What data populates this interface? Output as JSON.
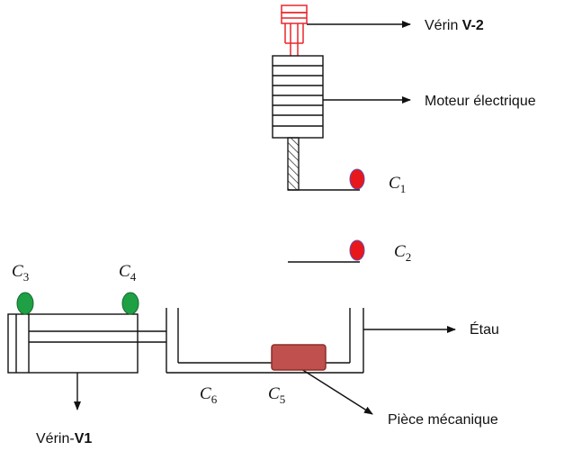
{
  "labels": {
    "verin_v2_prefix": "Vérin ",
    "verin_v2_name": "V-2",
    "moteur": "Moteur électrique",
    "etau": "Étau",
    "piece": "Pièce mécanique",
    "verin_v1_prefix": "Vérin-",
    "verin_v1_name": "V1"
  },
  "sensors": {
    "c1": {
      "letter": "C",
      "sub": "1"
    },
    "c2": {
      "letter": "C",
      "sub": "2"
    },
    "c3": {
      "letter": "C",
      "sub": "3"
    },
    "c4": {
      "letter": "C",
      "sub": "4"
    },
    "c5": {
      "letter": "C",
      "sub": "5"
    },
    "c6": {
      "letter": "C",
      "sub": "6"
    }
  },
  "colors": {
    "cylinder_v2": "#e8262a",
    "sensor_red": "#e8171b",
    "sensor_green": "#1fa044",
    "workpiece_fill": "#c0504d",
    "workpiece_stroke": "#8b2d2a",
    "line": "#111111"
  }
}
